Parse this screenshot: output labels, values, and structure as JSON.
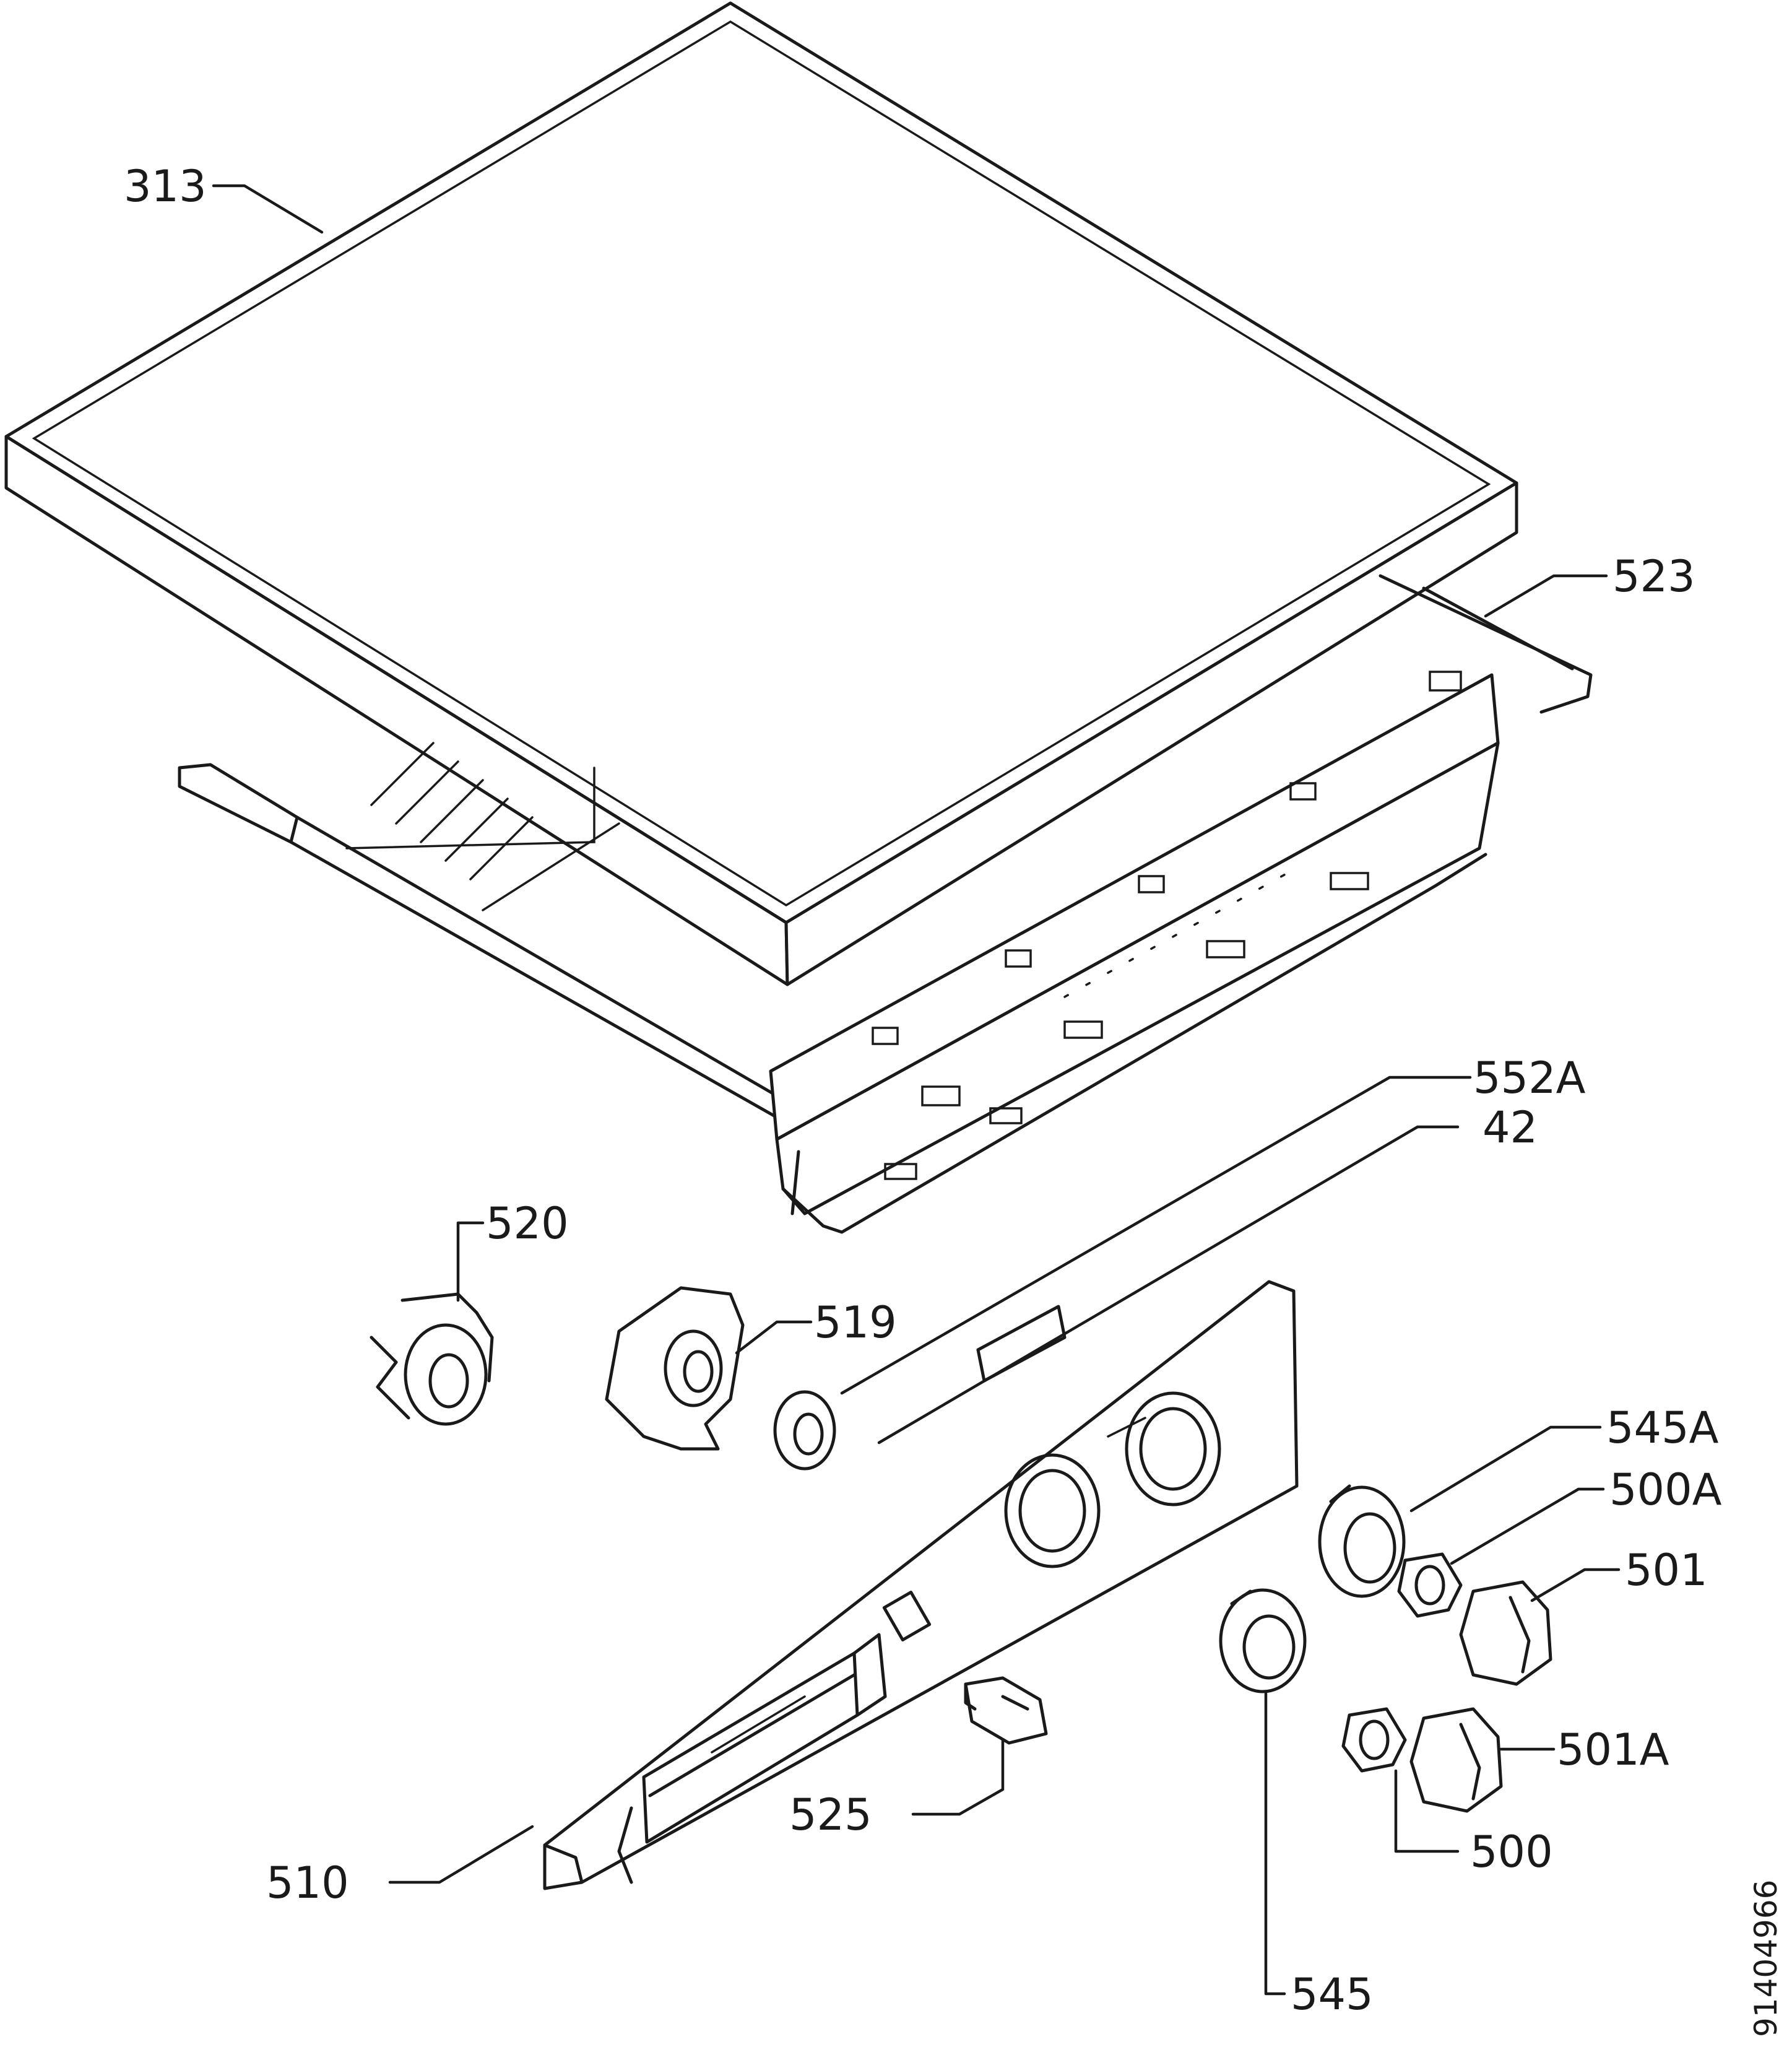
{
  "callouts": {
    "c313": "313",
    "c523": "523",
    "c552A": "552A",
    "c42": "42",
    "c520": "520",
    "c519": "519",
    "c545A": "545A",
    "c500A": "500A",
    "c501": "501",
    "c501A": "501A",
    "c525": "525",
    "c500": "500",
    "c510": "510",
    "c545": "545"
  },
  "drawing_ref": "91404966"
}
